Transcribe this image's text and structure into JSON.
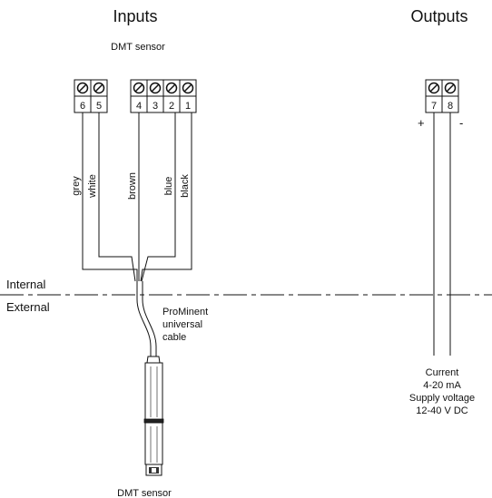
{
  "headings": {
    "inputs": "Inputs",
    "outputs": "Outputs"
  },
  "top_sensor_label": "DMT sensor",
  "bottom_sensor_label": "DMT sensor",
  "input_terminals": [
    "6",
    "5",
    "4",
    "3",
    "2",
    "1"
  ],
  "output_terminals": [
    "7",
    "8"
  ],
  "wire_labels": [
    "grey",
    "white",
    "brown",
    "blue",
    "black"
  ],
  "polarity": {
    "plus": "+",
    "minus": "-"
  },
  "zone_labels": {
    "internal": "Internal",
    "external": "External"
  },
  "cable_label": [
    "ProMinent",
    "universal",
    "cable"
  ],
  "output_desc": [
    "Current",
    "4-20 mA",
    "Supply voltage",
    "12-40 V DC"
  ]
}
